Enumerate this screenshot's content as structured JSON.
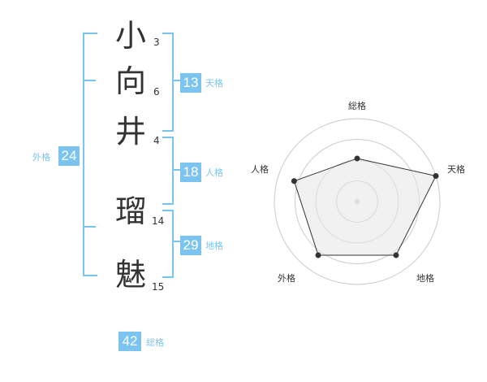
{
  "name": {
    "chars": [
      {
        "char": "小",
        "strokes": "3"
      },
      {
        "char": "向",
        "strokes": "6"
      },
      {
        "char": "井",
        "strokes": "4"
      },
      {
        "char": "瑠",
        "strokes": "14"
      },
      {
        "char": "魅",
        "strokes": "15"
      }
    ]
  },
  "fortune": {
    "tenkaku": {
      "value": "13",
      "label": "天格"
    },
    "jinkaku": {
      "value": "18",
      "label": "人格"
    },
    "chikaku": {
      "value": "29",
      "label": "地格"
    },
    "gaikaku": {
      "value": "24",
      "label": "外格"
    },
    "soukaku": {
      "value": "42",
      "label": "総格"
    }
  },
  "colors": {
    "accent": "#7cc4f0",
    "text": "#333333",
    "grid": "#cccccc",
    "fill": "#eeeeee"
  },
  "chart_data": {
    "type": "radar",
    "axes": [
      "総格",
      "天格",
      "地格",
      "外格",
      "人格"
    ],
    "values": [
      0.52,
      1.0,
      0.8,
      0.8,
      0.8
    ],
    "range": [
      0,
      1
    ],
    "rings": 4
  }
}
